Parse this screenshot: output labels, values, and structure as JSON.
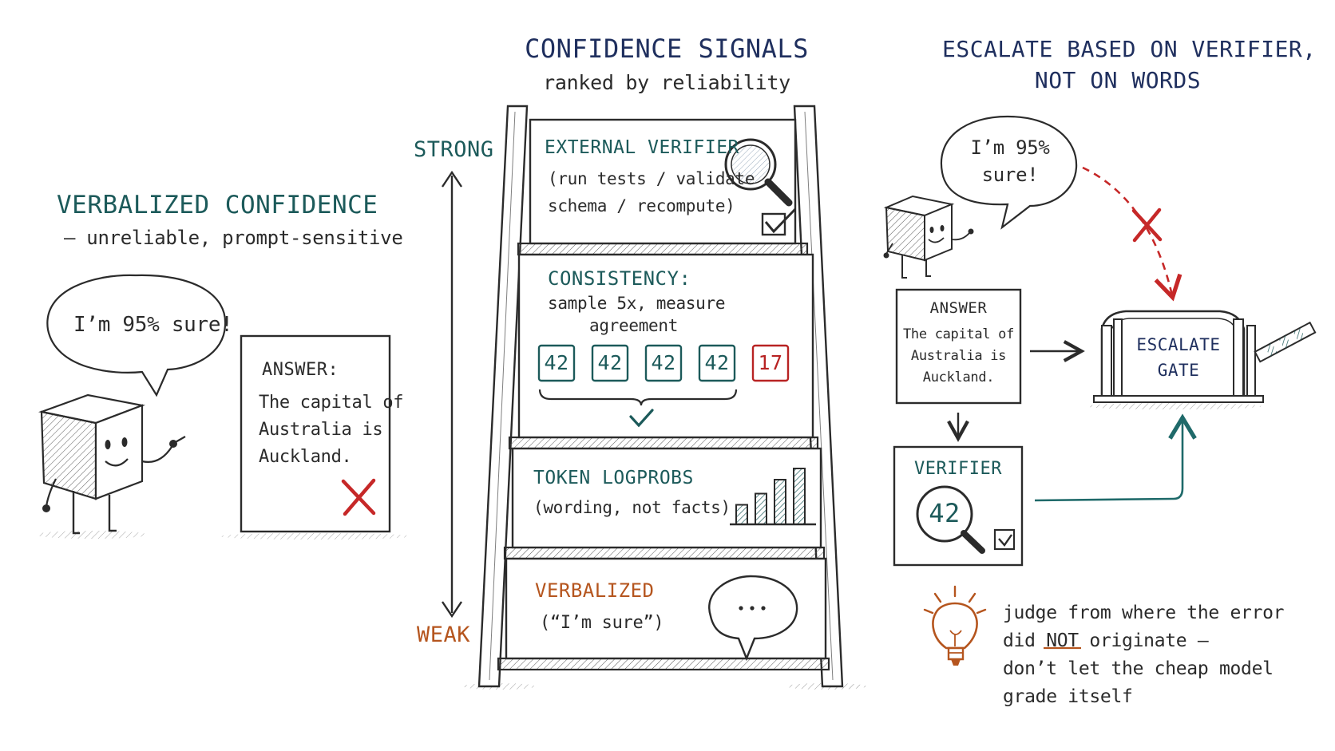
{
  "colors": {
    "ink": "#2b2b2b",
    "navy": "#1f2f5e",
    "teal": "#1c5a5a",
    "orange": "#b5551e",
    "red": "#c62828",
    "arrow_teal": "#1f6a6a"
  },
  "left": {
    "title": "VERBALIZED CONFIDENCE",
    "subtitle": "– unreliable, prompt-sensitive",
    "speech": "I’m 95% sure!",
    "answer_label": "ANSWER:",
    "answer_lines": [
      "The capital of",
      "Australia is",
      "Auckland."
    ],
    "icons": [
      "cube-character",
      "speech-bubble",
      "red-x-icon"
    ]
  },
  "center": {
    "title": "CONFIDENCE SIGNALS",
    "subtitle": "ranked by reliability",
    "strong_label": "STRONG",
    "weak_label": "WEAK",
    "rungs": {
      "external": {
        "title": "EXTERNAL VERIFIER",
        "lines": [
          "(run tests / validate",
          "schema / recompute)"
        ],
        "icons": [
          "magnifier-icon",
          "checkbox-icon"
        ]
      },
      "consistency": {
        "title": "CONSISTENCY:",
        "line1": "sample 5x, measure",
        "line2": "agreement",
        "samples": [
          "42",
          "42",
          "42",
          "42",
          "17"
        ],
        "icons": [
          "brace-icon",
          "checkmark-icon"
        ]
      },
      "logprobs": {
        "title": "TOKEN LOGPROBS",
        "line": "(wording, not facts)",
        "bars": [
          0.35,
          0.55,
          0.8,
          1.0
        ],
        "icons": [
          "bar-chart-icon"
        ]
      },
      "verbalized": {
        "title": "VERBALIZED",
        "line": "(“I’m sure”)",
        "bubble": "...",
        "icons": [
          "ellipsis-speech-icon"
        ]
      }
    }
  },
  "right": {
    "title_line1": "ESCALATE BASED ON VERIFIER,",
    "title_line2": "NOT ON WORDS",
    "speech_line1": "I’m 95%",
    "speech_line2": "sure!",
    "answer_label": "ANSWER",
    "answer_lines": [
      "The capital of",
      "Australia is",
      "Auckland."
    ],
    "verifier_label": "VERIFIER",
    "verifier_value": "42",
    "gate_line1": "ESCALATE",
    "gate_line2": "GATE",
    "tip": {
      "line1": "judge from where the error",
      "line2_pre": "did ",
      "line2_emph": "NOT",
      "line2_post": " originate –",
      "line3": "don’t let the cheap model",
      "line4": "grade itself"
    },
    "icons": [
      "cube-character",
      "red-x-icon",
      "magnifier-icon",
      "checkbox-icon",
      "gate-barrier-icon",
      "lightbulb-icon"
    ]
  }
}
